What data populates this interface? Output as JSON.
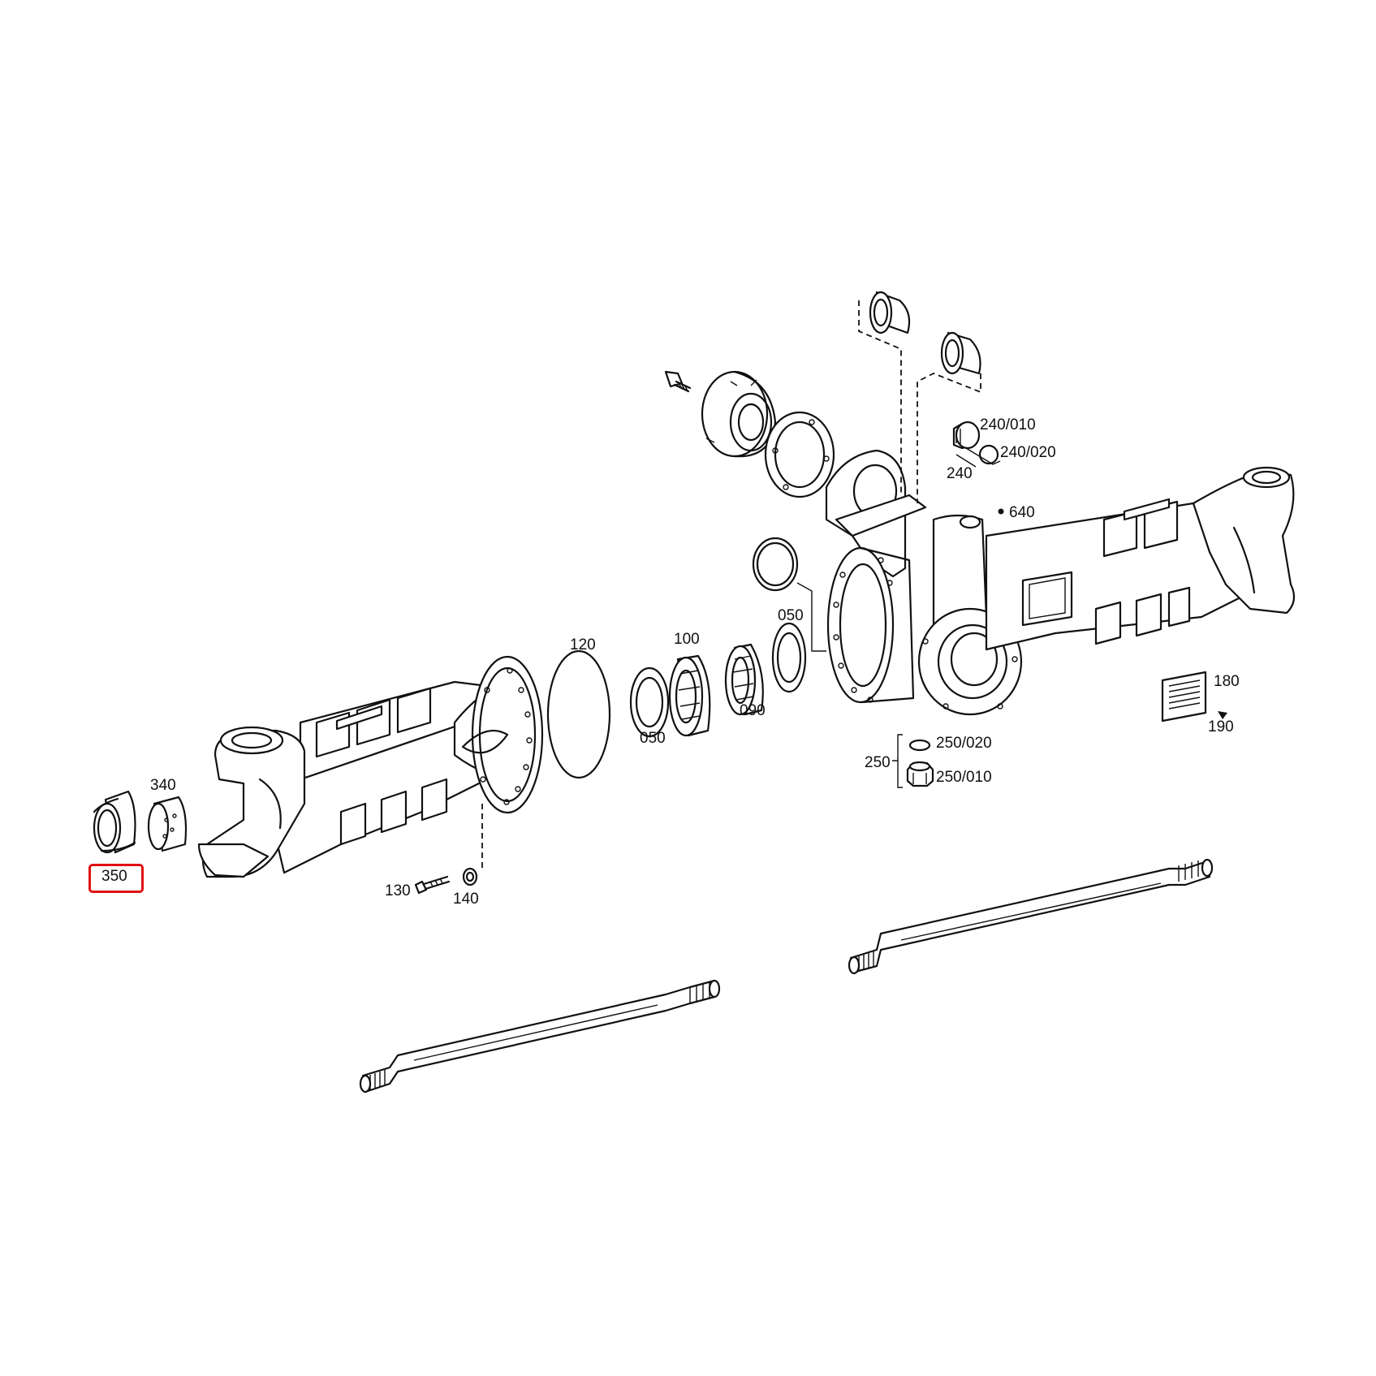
{
  "labels": {
    "p050a": "050",
    "p050b": "050",
    "p090": "090",
    "p100": "100",
    "p120": "120",
    "p130": "130",
    "p140": "140",
    "p180": "180",
    "p190": "190",
    "p240": "240",
    "p240_010": "240/010",
    "p240_020": "240/020",
    "p250": "250",
    "p250_010": "250/010",
    "p250_020": "250/020",
    "p340": "340",
    "p350": "350",
    "p640": "640"
  },
  "highlight": {
    "part": "350",
    "color": "#e01010"
  }
}
